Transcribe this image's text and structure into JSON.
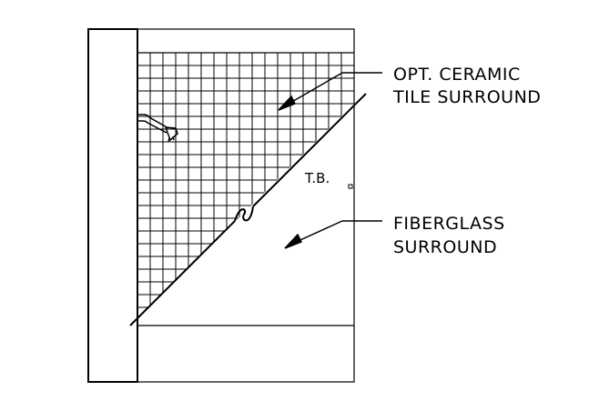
{
  "labels": {
    "ceramic_line1": "OPT. CERAMIC",
    "ceramic_line2": "TILE SURROUND",
    "fiberglass_line1": "FIBERGLASS",
    "fiberglass_line2": "SURROUND",
    "tub_marker": "T.B."
  },
  "colors": {
    "ink": "#000000",
    "background": "#ffffff"
  },
  "icons": {
    "shower_head": "shower-head-icon",
    "break_symbol": "break-line-icon"
  }
}
